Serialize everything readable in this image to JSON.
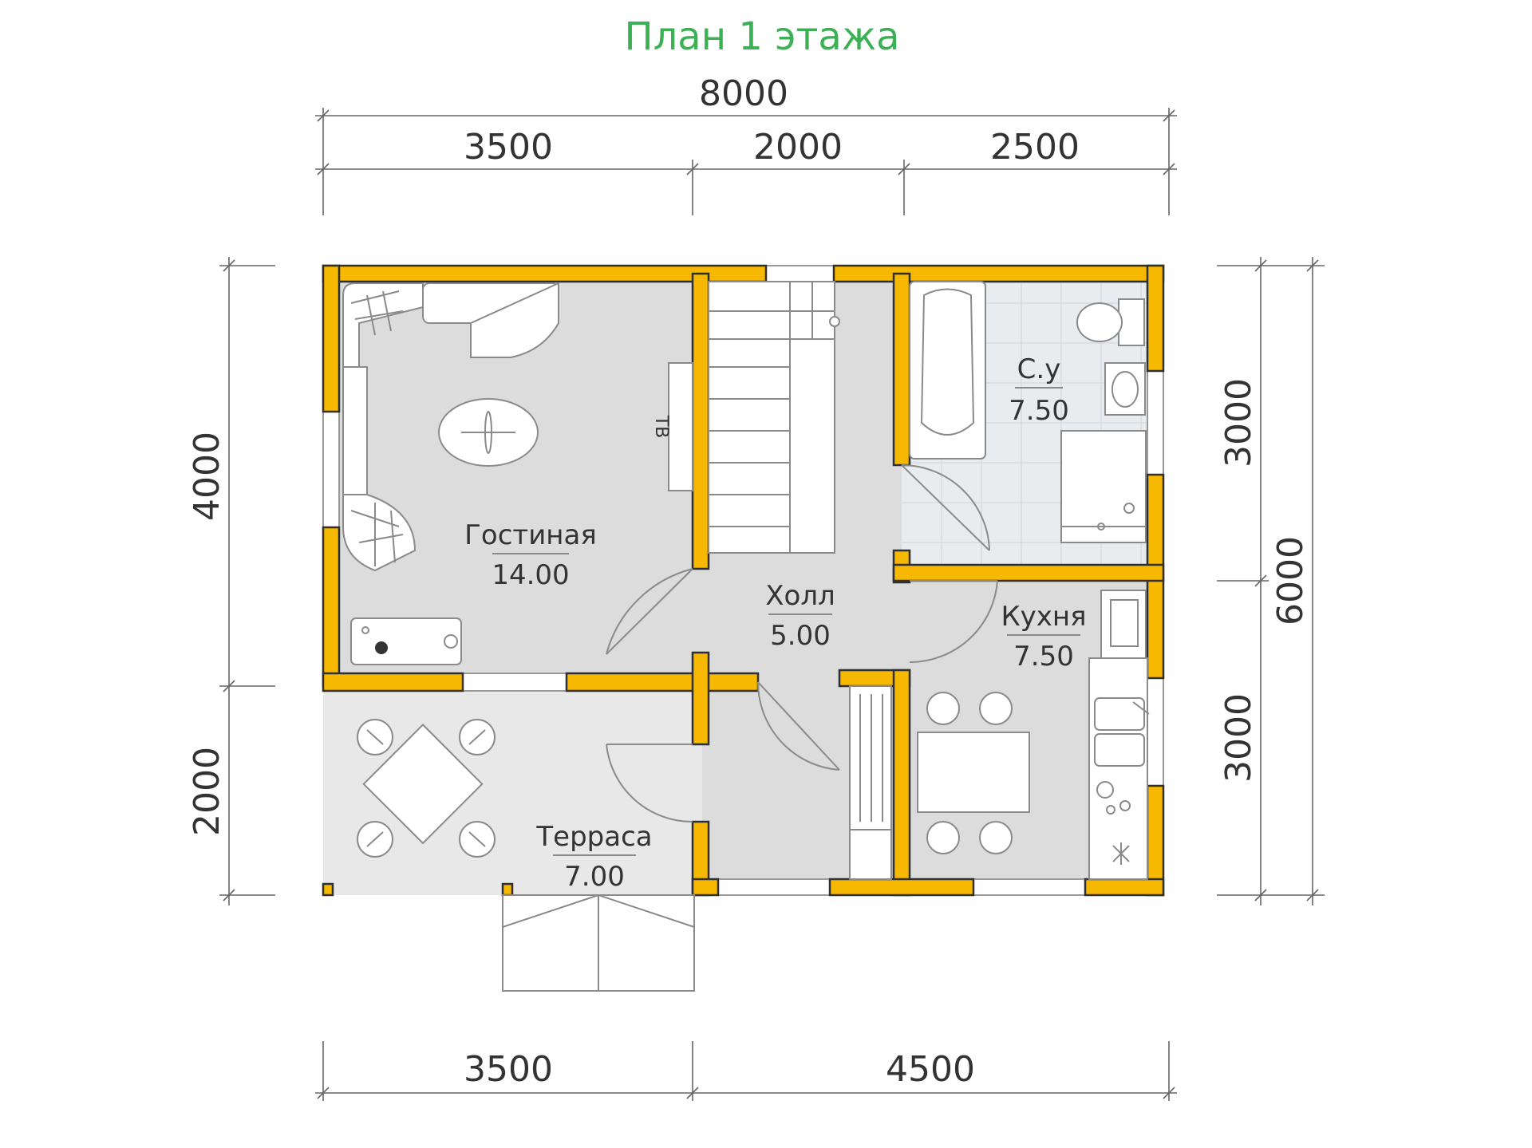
{
  "title": "План 1 этажа",
  "colors": {
    "title": "#3cb054",
    "wall": "#f6b800",
    "floor": "#dcdcdc",
    "terrace": "#e8e8e8",
    "tile": "#e9ecee",
    "line": "#666666"
  },
  "dimensions": {
    "top_total": "8000",
    "top_segments": [
      "3500",
      "2000",
      "2500"
    ],
    "bottom_segments": [
      "3500",
      "4500"
    ],
    "left_upper": "4000",
    "left_lower": "2000",
    "right_upper": "3000",
    "right_lower": "3000",
    "right_total": "6000"
  },
  "rooms": {
    "living": {
      "name": "Гостиная",
      "area": "14.00"
    },
    "hall": {
      "name": "Холл",
      "area": "5.00"
    },
    "bathroom": {
      "name": "С.у",
      "area": "7.50"
    },
    "kitchen": {
      "name": "Кухня",
      "area": "7.50"
    },
    "terrace": {
      "name": "Терраса",
      "area": "7.00"
    }
  },
  "labels": {
    "tv": "ТВ"
  }
}
